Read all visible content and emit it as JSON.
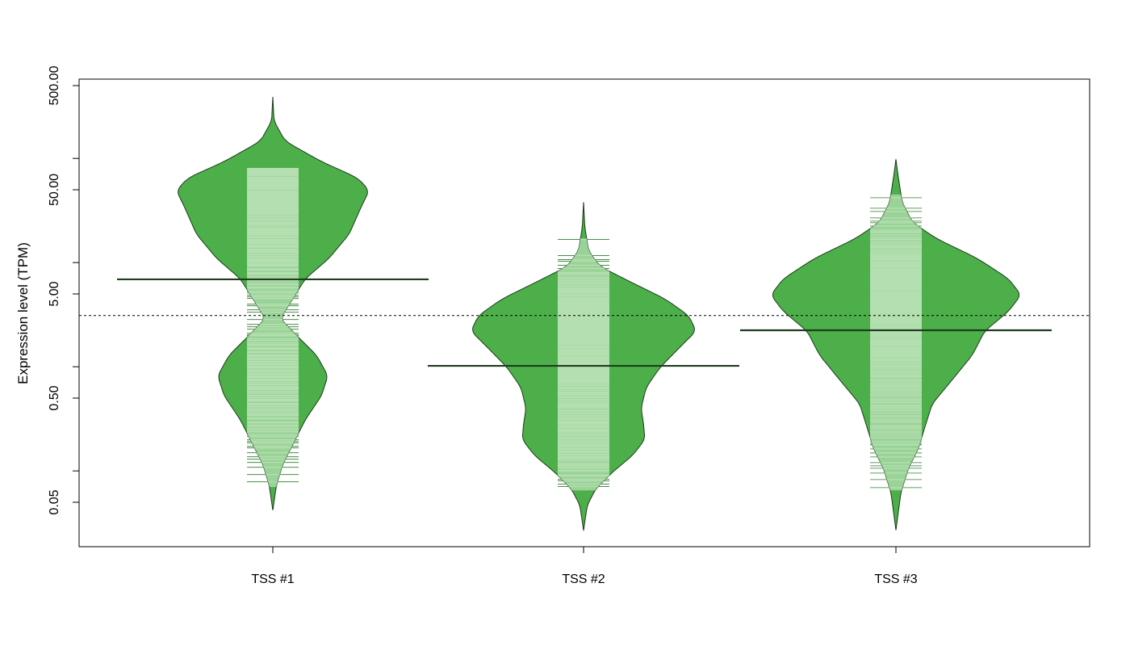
{
  "chart_data": {
    "type": "beanplot",
    "title": "",
    "xlabel": "",
    "ylabel": "Expression level (TPM)",
    "yscale": "log",
    "ylim": [
      0.025,
      560
    ],
    "yticks": [
      {
        "value": 500,
        "label": "500.00"
      },
      {
        "value": 100,
        "label": ""
      },
      {
        "value": 50,
        "label": "50.00"
      },
      {
        "value": 10,
        "label": ""
      },
      {
        "value": 5,
        "label": "5.00"
      },
      {
        "value": 1,
        "label": ""
      },
      {
        "value": 0.5,
        "label": "0.50"
      },
      {
        "value": 0.1,
        "label": ""
      },
      {
        "value": 0.05,
        "label": "0.05"
      }
    ],
    "categories": [
      "TSS #1",
      "TSS #2",
      "TSS #3"
    ],
    "overall_mean": 3.1,
    "colors": {
      "bean": "#4daf4a",
      "beanline": "#b4dfb1",
      "border": "#1b3a1a",
      "mean": "#1f3d1e",
      "rug_outside": "#2f7d2c"
    },
    "beans": [
      {
        "name": "TSS #1",
        "mean": 6.9,
        "data_range": [
          0.07,
          80
        ],
        "density": [
          [
            389,
            0
          ],
          [
            228,
            0.01
          ],
          [
            146,
            0.1
          ],
          [
            93,
            0.39
          ],
          [
            65,
            0.68
          ],
          [
            49,
            0.77
          ],
          [
            35,
            0.71
          ],
          [
            18.7,
            0.61
          ],
          [
            11,
            0.45
          ],
          [
            7.0,
            0.26
          ],
          [
            4.5,
            0.16
          ],
          [
            2.9,
            0.06
          ],
          [
            2.0,
            0.19
          ],
          [
            1.29,
            0.35
          ],
          [
            0.82,
            0.44
          ],
          [
            0.53,
            0.39
          ],
          [
            0.31,
            0.26
          ],
          [
            0.18,
            0.16
          ],
          [
            0.116,
            0.08
          ],
          [
            0.074,
            0.03
          ],
          [
            0.042,
            0
          ]
        ]
      },
      {
        "name": "TSS #2",
        "mean": 1.02,
        "data_range": [
          0.065,
          17
        ],
        "density": [
          [
            38,
            0
          ],
          [
            22,
            0.01
          ],
          [
            13,
            0.04
          ],
          [
            9.2,
            0.13
          ],
          [
            6.4,
            0.39
          ],
          [
            4.5,
            0.65
          ],
          [
            3.1,
            0.84
          ],
          [
            2.2,
            0.9
          ],
          [
            1.54,
            0.77
          ],
          [
            0.98,
            0.61
          ],
          [
            0.63,
            0.5
          ],
          [
            0.4,
            0.46
          ],
          [
            0.28,
            0.48
          ],
          [
            0.2,
            0.49
          ],
          [
            0.14,
            0.39
          ],
          [
            0.097,
            0.23
          ],
          [
            0.068,
            0.1
          ],
          [
            0.047,
            0.03
          ],
          [
            0.027,
            0
          ]
        ]
      },
      {
        "name": "TSS #3",
        "mean": 2.24,
        "data_range": [
          0.065,
          45
        ],
        "density": [
          [
            97,
            0
          ],
          [
            65,
            0.02
          ],
          [
            38,
            0.05
          ],
          [
            24.5,
            0.13
          ],
          [
            17.1,
            0.32
          ],
          [
            11,
            0.65
          ],
          [
            7.0,
            0.9
          ],
          [
            4.9,
            1
          ],
          [
            3.4,
            0.9
          ],
          [
            2.2,
            0.71
          ],
          [
            1.29,
            0.61
          ],
          [
            0.75,
            0.45
          ],
          [
            0.44,
            0.29
          ],
          [
            0.26,
            0.23
          ],
          [
            0.165,
            0.18
          ],
          [
            0.106,
            0.1
          ],
          [
            0.062,
            0.04
          ],
          [
            0.027,
            0
          ]
        ]
      }
    ]
  }
}
